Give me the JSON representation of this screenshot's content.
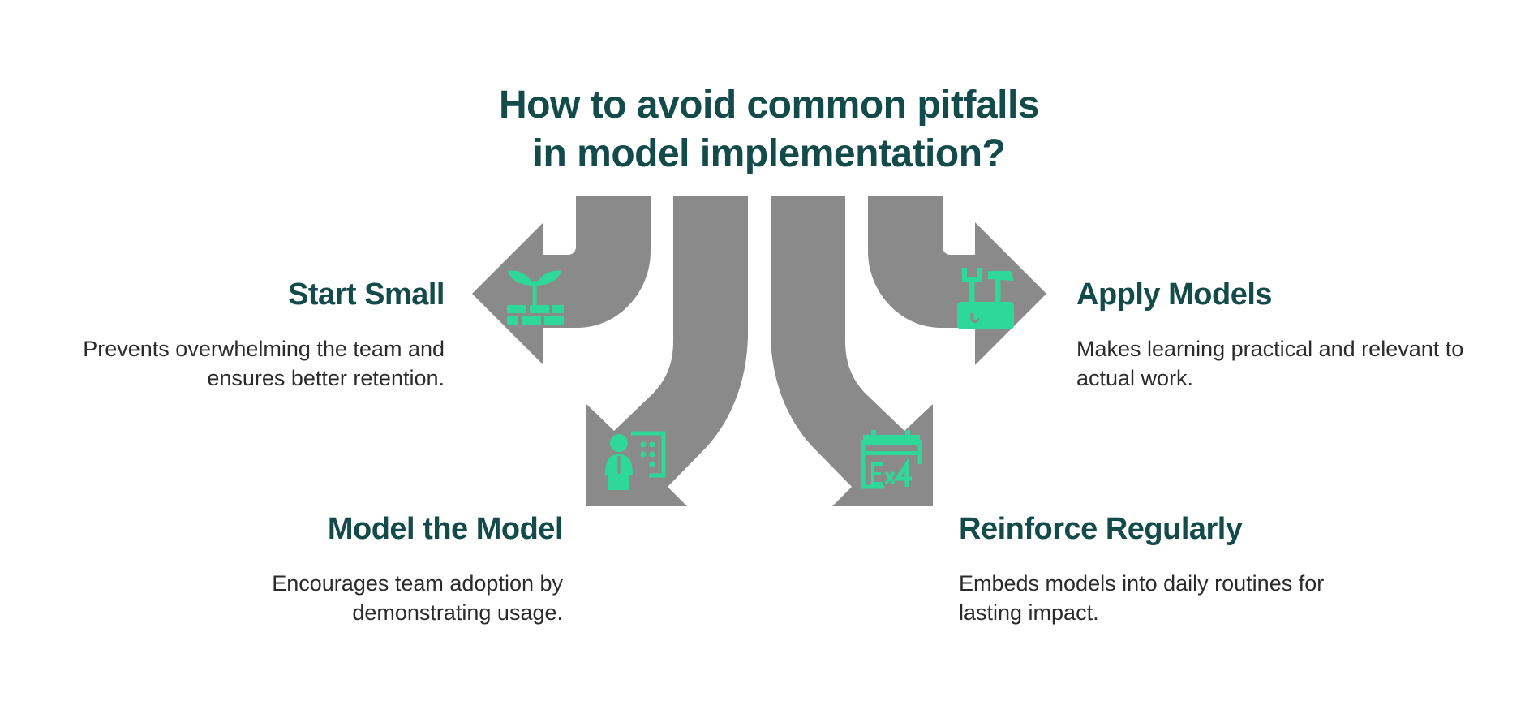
{
  "title": {
    "line1": "How to avoid common pitfalls",
    "line2": "in model implementation?"
  },
  "colors": {
    "title": "#134a4a",
    "arrow": "#8a8a8a",
    "icon": "#2ed89a",
    "text": "#2b2b2b"
  },
  "items": [
    {
      "heading": "Start Small",
      "description": "Prevents overwhelming the team and ensures better retention.",
      "icon": "sprout-bricks-icon"
    },
    {
      "heading": "Apply Models",
      "description": "Makes learning practical and relevant to actual work.",
      "icon": "tools-icon"
    },
    {
      "heading": "Model the Model",
      "description": "Encourages team adoption by demonstrating usage.",
      "icon": "presenter-icon"
    },
    {
      "heading": "Reinforce Regularly",
      "description": "Embeds models into daily routines for lasting impact.",
      "icon": "calendar-repeat-icon"
    }
  ]
}
